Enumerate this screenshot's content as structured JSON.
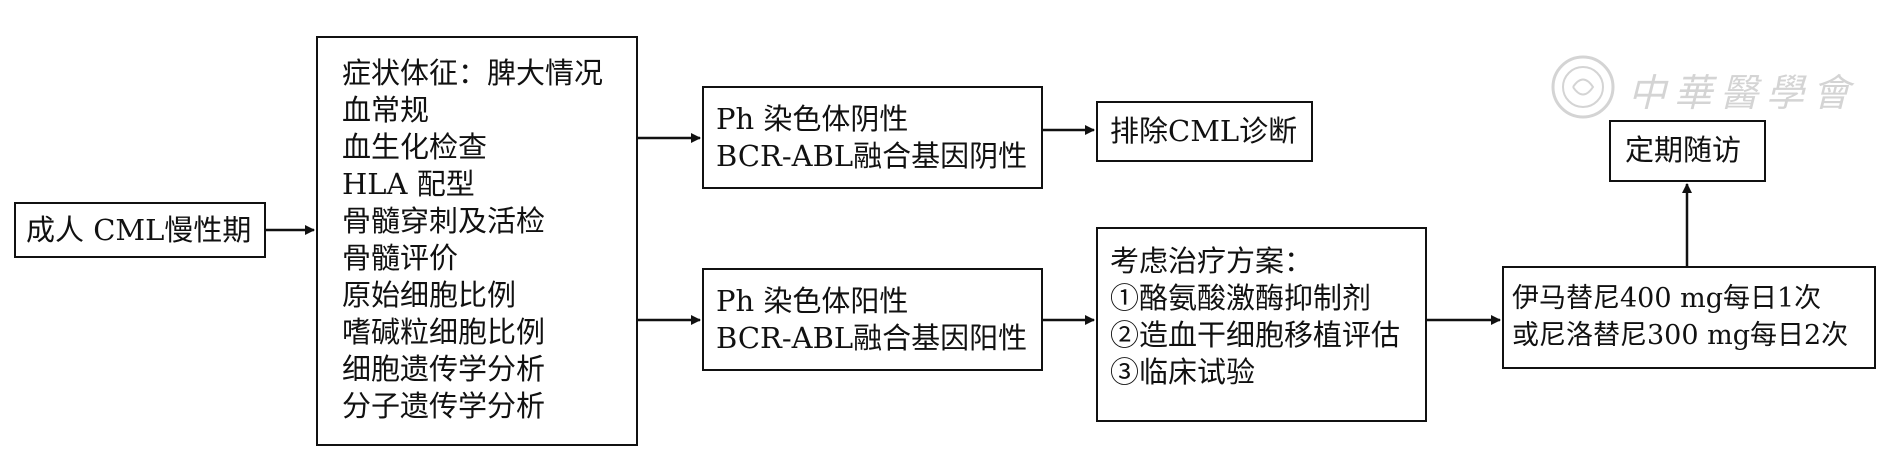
{
  "watermark": {
    "text": "中華醫學會"
  },
  "nodes": {
    "start": {
      "label": "成人 CML慢性期"
    },
    "tests": {
      "lines": [
        "症状体征：脾大情况",
        "血常规",
        "血生化检查",
        "HLA 配型",
        "骨髓穿刺及活检",
        "骨髓评价",
        "原始细胞比例",
        "嗜碱粒细胞比例",
        "细胞遗传学分析",
        "分子遗传学分析"
      ]
    },
    "negative": {
      "lines": [
        "Ph 染色体阴性",
        "BCR-ABL融合基因阴性"
      ]
    },
    "exclude": {
      "label": "排除CML诊断"
    },
    "positive": {
      "lines": [
        "Ph 染色体阳性",
        "BCR-ABL融合基因阳性"
      ]
    },
    "treatment": {
      "lines": [
        "考虑治疗方案：",
        "①酪氨酸激酶抑制剂",
        "②造血干细胞移植评估",
        "③临床试验"
      ]
    },
    "drugs": {
      "lines": [
        "伊马替尼400 mg每日1次",
        "或尼洛替尼300 mg每日2次"
      ]
    },
    "followup": {
      "label": "定期随访"
    }
  },
  "edges": [
    {
      "from": "start",
      "to": "tests"
    },
    {
      "from": "tests",
      "to": "negative"
    },
    {
      "from": "tests",
      "to": "positive"
    },
    {
      "from": "negative",
      "to": "exclude"
    },
    {
      "from": "positive",
      "to": "treatment"
    },
    {
      "from": "treatment",
      "to": "drugs"
    },
    {
      "from": "drugs",
      "to": "followup"
    }
  ]
}
